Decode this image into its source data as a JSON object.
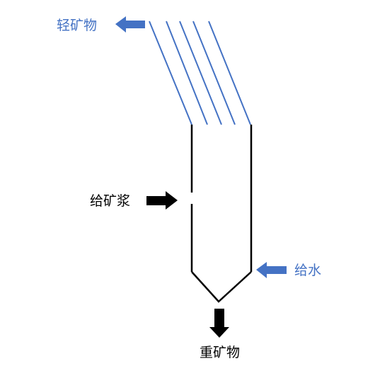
{
  "labels": {
    "light_minerals": "轻矿物",
    "feed_slurry": "给矿浆",
    "water_feed": "给水",
    "heavy_minerals": "重矿物"
  },
  "colors": {
    "blue": "#4472c4",
    "black": "#000000",
    "background": "#ffffff"
  }
}
